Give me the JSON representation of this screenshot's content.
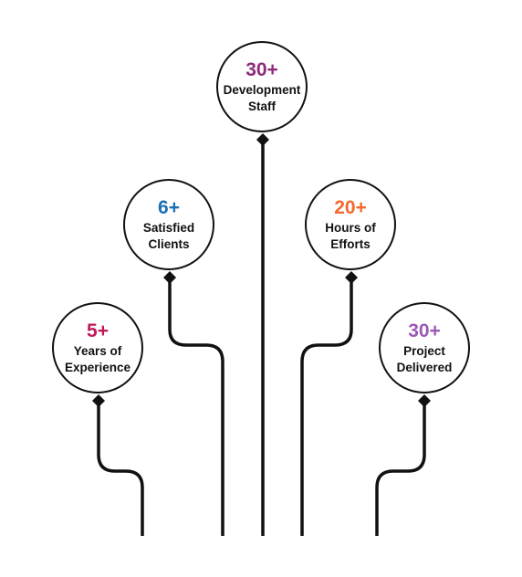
{
  "stats": [
    {
      "value": "5+",
      "label": "Years of\nExperience",
      "color": "#c2185b"
    },
    {
      "value": "6+",
      "label": "Satisfied\nClients",
      "color": "#1a6fb5"
    },
    {
      "value": "30+",
      "label": "Development\nStaff",
      "color": "#8e2b79"
    },
    {
      "value": "20+",
      "label": "Hours of\nEfforts",
      "color": "#f26a2e"
    },
    {
      "value": "30+",
      "label": "Project\nDelivered",
      "color": "#9b59b6"
    }
  ]
}
